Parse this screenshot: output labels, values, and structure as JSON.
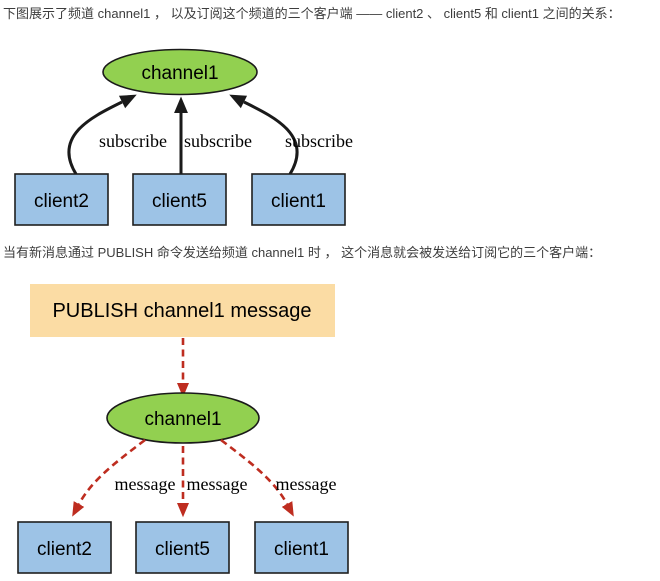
{
  "intro": {
    "text": "下图展示了频道 channel1 ， 以及订阅这个频道的三个客户端 —— client2 、 client5 和 client1 之间的关系："
  },
  "publish_intro": {
    "text": "当有新消息通过 PUBLISH 命令发送给频道 channel1 时 ， 这个消息就会被发送给订阅它的三个客户端："
  },
  "colors": {
    "channel_fill": "#92D050",
    "client_fill": "#9DC3E6",
    "publish_fill": "#FBDCA4",
    "subscribe_arrow": "#1a1a1a",
    "message_arrow": "#BE2D20",
    "body_text": "#3d3d3d"
  },
  "subscribe_diagram": {
    "channel": "channel1",
    "clients": [
      "client2",
      "client5",
      "client1"
    ],
    "edge_labels": [
      "subscribe",
      "subscribe",
      "subscribe"
    ]
  },
  "publish_diagram": {
    "command": "PUBLISH channel1 message",
    "channel": "channel1",
    "clients": [
      "client2",
      "client5",
      "client1"
    ],
    "edge_labels": [
      "message",
      "message",
      "message"
    ]
  }
}
